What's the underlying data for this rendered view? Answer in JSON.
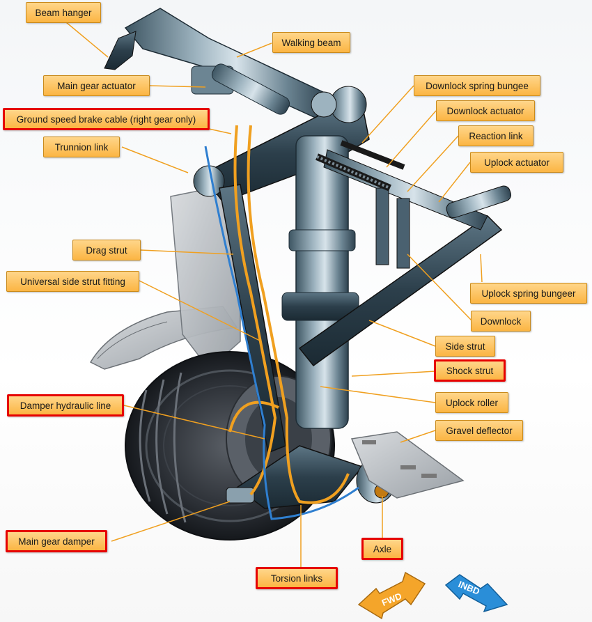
{
  "diagram": {
    "labels": {
      "beam_hanger": "Beam hanger",
      "walking_beam": "Walking beam",
      "main_gear_actuator": "Main gear actuator",
      "ground_speed_brake_cable": "Ground speed brake cable (right gear only)",
      "trunnion_link": "Trunnion link",
      "drag_strut": "Drag strut",
      "universal_side_strut_fitting": "Universal side strut fitting",
      "damper_hydraulic_line": "Damper hydraulic line",
      "main_gear_damper": "Main gear damper",
      "torsion_links": "Torsion links",
      "axle": "Axle",
      "downlock_spring_bungee": "Downlock spring bungee",
      "downlock_actuator": "Downlock actuator",
      "reaction_link": "Reaction link",
      "uplock_actuator": "Uplock actuator",
      "uplock_spring_bungeer": "Uplock spring bungeer",
      "downlock": "Downlock",
      "side_strut": "Side strut",
      "shock_strut": "Shock strut",
      "uplock_roller": "Uplock roller",
      "gravel_deflector": "Gravel deflector"
    },
    "direction_arrows": {
      "fwd": "FWD",
      "inbd": "INBD"
    },
    "colors": {
      "label_fill": "#fbb543",
      "highlight_border": "#e60000",
      "leader_line": "#f0a020",
      "fwd_arrow": "#f4a52a",
      "inbd_arrow": "#2a8ed8"
    }
  }
}
